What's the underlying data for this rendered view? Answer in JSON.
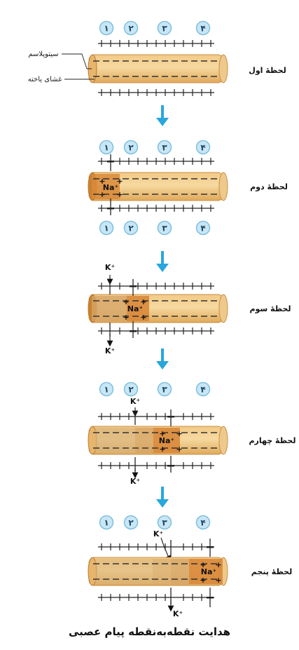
{
  "labels": {
    "cytoplasm": "سیتوپلاسم",
    "membrane": "غشای یاخته"
  },
  "ions": {
    "na": "Na⁺",
    "k": "K⁺"
  },
  "caption": "هدایت نقطه‌به‌نقطه پیام عصبی",
  "colors": {
    "axon_light": "#f6d9a0",
    "axon_mid": "#e9b96a",
    "axon_dark": "#c9812f",
    "circle_fill": "#c9e6f4",
    "circle_stroke": "#7fc0e0",
    "arrow": "#29a6dd"
  },
  "stages": [
    {
      "label": "لحظهٔ اول",
      "circles_top": [
        "۱",
        "۲",
        "۳",
        "۴"
      ],
      "circles_bottom": []
    },
    {
      "label": "لحظهٔ دوم",
      "circles_top": [
        "۱",
        "۲",
        "۳",
        "۴"
      ],
      "circles_bottom": [
        "۱",
        "۲",
        "۳",
        "۴"
      ]
    },
    {
      "label": "لحظهٔ سوم",
      "circles_top": [],
      "circles_bottom": []
    },
    {
      "label": "لحظهٔ چهارم",
      "circles_top": [
        "۱",
        "۲",
        "۳",
        "۴"
      ],
      "circles_bottom": []
    },
    {
      "label": "لحظهٔ پنجم",
      "circles_top": [
        "۱",
        "۲",
        "۳",
        "۴"
      ],
      "circles_bottom": []
    }
  ]
}
